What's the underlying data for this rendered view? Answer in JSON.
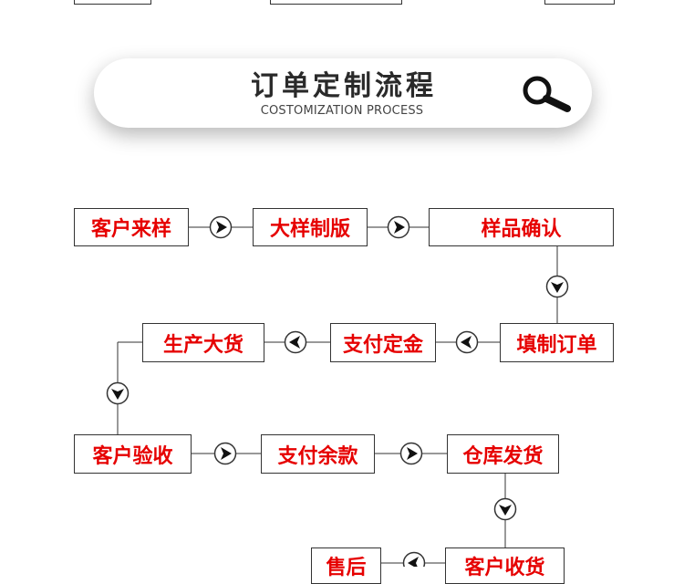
{
  "banner": {
    "title": "订单定制流程",
    "subtitle": "COSTOMIZATION PROCESS",
    "icon": "magnifier-icon"
  },
  "steps": [
    {
      "id": "s1",
      "label": "客户来样"
    },
    {
      "id": "s2",
      "label": "大样制版"
    },
    {
      "id": "s3",
      "label": "样品确认"
    },
    {
      "id": "s4",
      "label": "填制订单"
    },
    {
      "id": "s5",
      "label": "支付定金"
    },
    {
      "id": "s6",
      "label": "生产大货"
    },
    {
      "id": "s7",
      "label": "客户验收"
    },
    {
      "id": "s8",
      "label": "支付余款"
    },
    {
      "id": "s9",
      "label": "仓库发货"
    },
    {
      "id": "s10",
      "label": "客户收货"
    },
    {
      "id": "s11",
      "label": "售后"
    }
  ],
  "arrows": [
    {
      "from": "s1",
      "to": "s2",
      "direction": "right"
    },
    {
      "from": "s2",
      "to": "s3",
      "direction": "right"
    },
    {
      "from": "s3",
      "to": "s4",
      "direction": "down"
    },
    {
      "from": "s4",
      "to": "s5",
      "direction": "left"
    },
    {
      "from": "s5",
      "to": "s6",
      "direction": "left"
    },
    {
      "from": "s6",
      "to": "s7",
      "direction": "down"
    },
    {
      "from": "s7",
      "to": "s8",
      "direction": "right"
    },
    {
      "from": "s8",
      "to": "s9",
      "direction": "right"
    },
    {
      "from": "s9",
      "to": "s10",
      "direction": "down"
    },
    {
      "from": "s10",
      "to": "s11",
      "direction": "left"
    }
  ],
  "colors": {
    "label": "#e60000",
    "border": "#333333"
  }
}
